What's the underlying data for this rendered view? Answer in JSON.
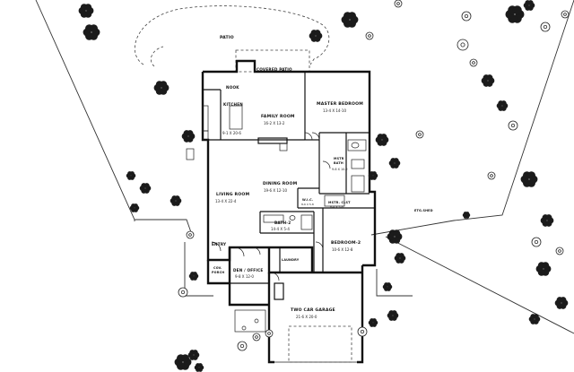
{
  "outdoor": {
    "patio": "PATIO",
    "covered_patio": "COVERED PATIO",
    "covered_porch": "COV.\nPORCH",
    "entry": "ENTRY"
  },
  "rooms": {
    "nook": {
      "name": "NOOK"
    },
    "kitchen": {
      "name": "KITCHEN",
      "dims": "9-1 X 20-6"
    },
    "family_room": {
      "name": "FAMILY ROOM",
      "dims": "16-2 X 13-2"
    },
    "master_bedroom": {
      "name": "MASTER BEDROOM",
      "dims": "13-4 X 14-10"
    },
    "master_bath": {
      "name": "MSTR\nBATH",
      "dims": "9-6 X 10-2"
    },
    "dining_room": {
      "name": "DINING ROOM",
      "dims": "19-6 X 12-10"
    },
    "living_room": {
      "name": "LIVING ROOM",
      "dims": "13-4 X 22-4"
    },
    "wic": {
      "name": "W.I.C.",
      "dims": "8-6 X 5-8"
    },
    "master_closet": {
      "name": "MSTR. CLST",
      "dims": "8-4 X 5-6"
    },
    "bath_2": {
      "name": "BATH-2",
      "dims": "14-4 X 5-4"
    },
    "bedroom_2": {
      "name": "BEDROOM-2",
      "dims": "10-6 X 12-8"
    },
    "laundry": {
      "name": "LAUNDRY"
    },
    "den_office": {
      "name": "DEN / OFFICE",
      "dims": "9-8 X 12-0"
    },
    "garage": {
      "name": "TWO CAR GARAGE",
      "dims": "21-6 X 20-0"
    }
  },
  "site": {
    "equipment": "ETG.SHED"
  }
}
